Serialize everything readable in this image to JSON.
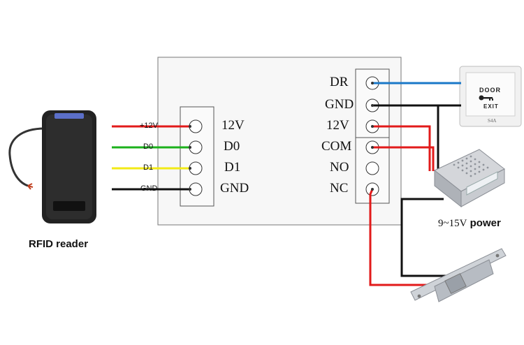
{
  "reader": {
    "label": "RFID reader"
  },
  "left_terminals": [
    "12V",
    "D0",
    "D1",
    "GND"
  ],
  "wire_labels": [
    "+12V",
    "D0",
    "D1",
    "GND"
  ],
  "right_terminals": [
    "DR",
    "GND",
    "12V",
    "COM",
    "NO",
    "NC"
  ],
  "exit_button": {
    "line1": "DOOR",
    "line2": "EXIT",
    "brand": "S4A"
  },
  "power": {
    "voltage": "9~15V",
    "word": "power"
  },
  "colors": {
    "red": "#e21a1a",
    "green": "#1bb11b",
    "yellow": "#f2ea16",
    "black": "#111111",
    "blue": "#1a78c8"
  }
}
